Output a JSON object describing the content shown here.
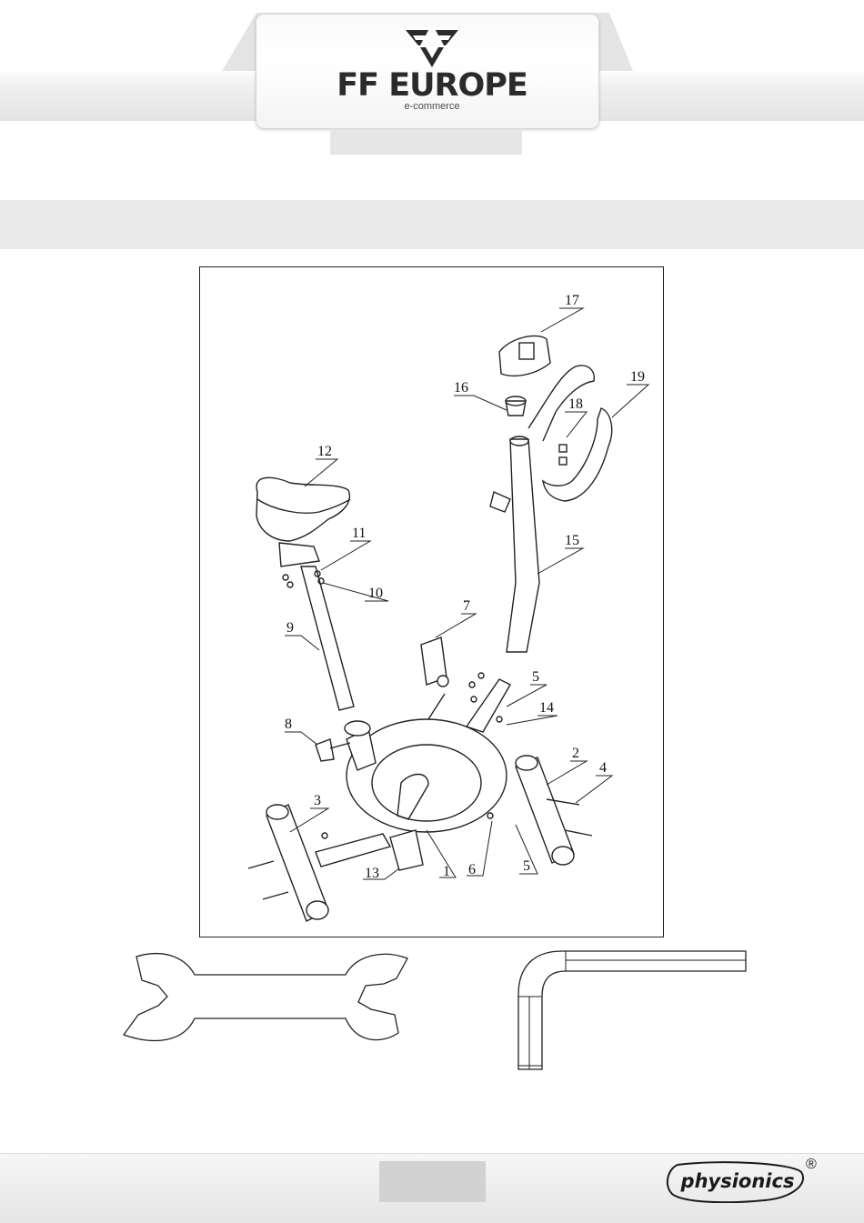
{
  "header": {
    "logo_title": "FF EUROPE",
    "logo_subtitle": "e-commerce"
  },
  "diagram": {
    "part_labels": [
      "1",
      "2",
      "3",
      "4",
      "5",
      "5",
      "6",
      "7",
      "8",
      "9",
      "10",
      "11",
      "12",
      "13",
      "14",
      "15",
      "16",
      "17",
      "18",
      "19"
    ]
  },
  "tools": {
    "wrench": "open-end-wrench-icon",
    "hex_key": "allen-key-icon"
  },
  "footer": {
    "page_number": "",
    "brand": "physionics",
    "brand_mark": "®"
  },
  "colors": {
    "band": "#e6e6e6",
    "line": "#222222",
    "text": "#2b2b2b"
  }
}
